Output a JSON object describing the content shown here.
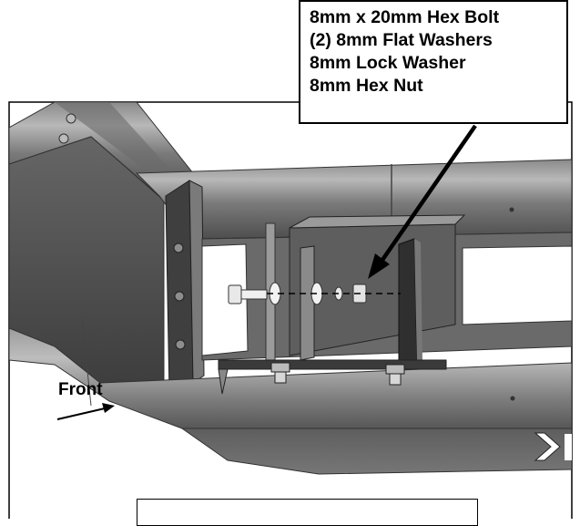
{
  "callout": {
    "lines": [
      "8mm x 20mm Hex Bolt",
      "(2) 8mm Flat Washers",
      "8mm Lock Washer",
      "8mm Hex Nut"
    ]
  },
  "front_label": "Front",
  "colors": {
    "frame_dark": "#4b4b4b",
    "frame_mid": "#707070",
    "frame_light": "#9a9a9a",
    "highlight": "#c2c2c2",
    "background": "#ffffff",
    "ink": "#000000"
  }
}
